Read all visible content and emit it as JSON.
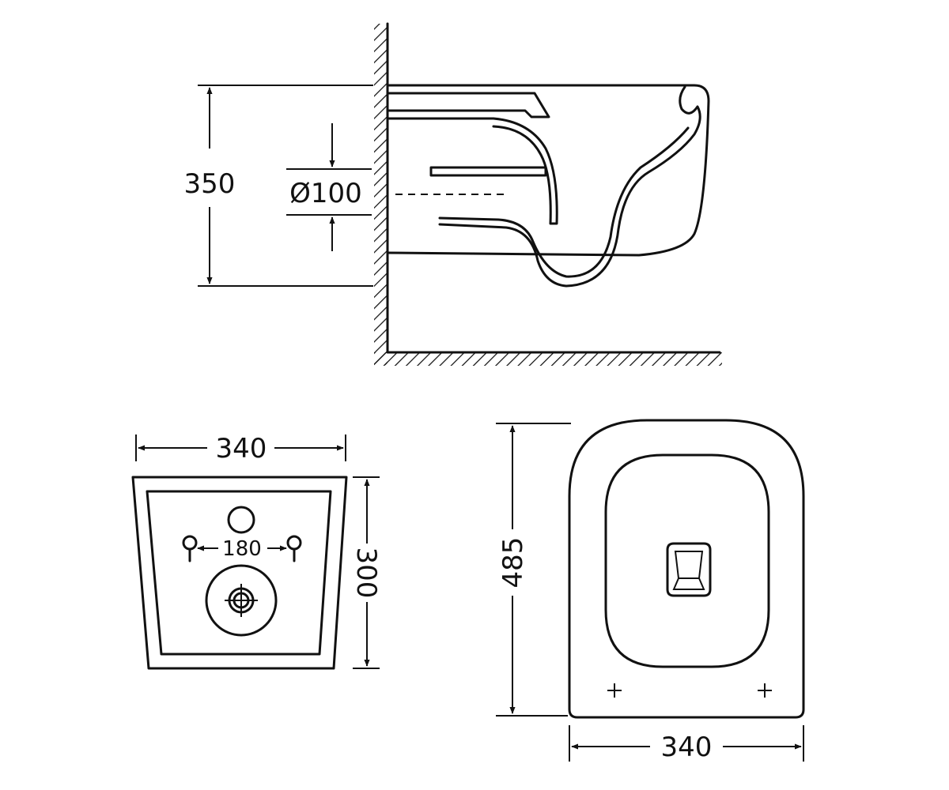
{
  "side_view": {
    "height_label": "350",
    "pipe_label": "Ø100"
  },
  "back_view": {
    "width_label": "340",
    "bolt_spacing_label": "180",
    "height_label": "300"
  },
  "top_view": {
    "length_label": "485",
    "width_label": "340"
  },
  "colors": {
    "line": "#111111",
    "background": "#ffffff"
  }
}
